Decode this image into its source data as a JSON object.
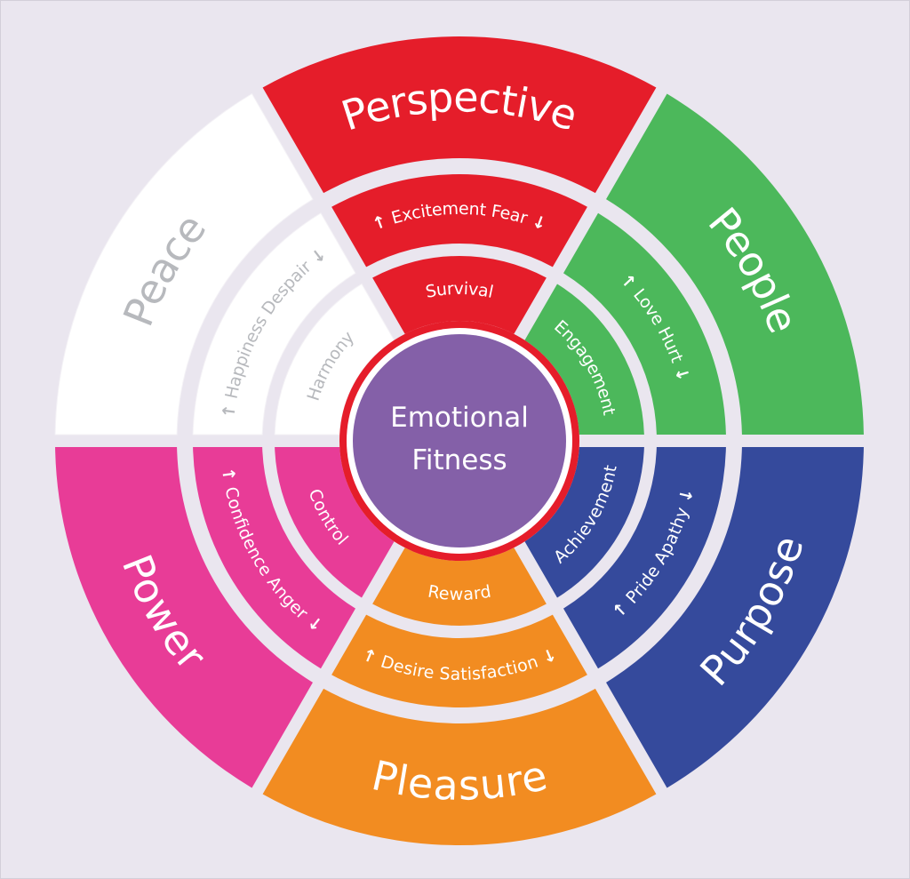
{
  "center": {
    "line1": "Emotional",
    "line2": "Fitness",
    "fill": "#8460a8",
    "ring": "#e51d2a"
  },
  "colors": {
    "background": "#eae6ef",
    "perspective": "#e51d2a",
    "people": "#4cb85b",
    "purpose": "#354a9c",
    "pleasure": "#f28c21",
    "power": "#e83c97",
    "peace": "#ffffff",
    "peace_text": "#b7b9bd"
  },
  "segments": [
    {
      "id": "perspective",
      "outer_label": "Perspective",
      "middle_left": "Excitement",
      "middle_right": "Fear",
      "inner_label": "Survival"
    },
    {
      "id": "people",
      "outer_label": "People",
      "middle_left": "Love",
      "middle_right": "Hurt",
      "inner_label": "Engagement"
    },
    {
      "id": "purpose",
      "outer_label": "Purpose",
      "middle_left": "Pride",
      "middle_right": "Apathy",
      "inner_label": "Achievement"
    },
    {
      "id": "pleasure",
      "outer_label": "Pleasure",
      "middle_left": "Desire",
      "middle_right": "Satisfaction",
      "inner_label": "Reward"
    },
    {
      "id": "power",
      "outer_label": "Power",
      "middle_left": "Confidence",
      "middle_right": "Anger",
      "inner_label": "Control"
    },
    {
      "id": "peace",
      "outer_label": "Peace",
      "middle_left": "Happiness",
      "middle_right": "Despair",
      "inner_label": "Harmony"
    }
  ],
  "arrows": {
    "up": "↑",
    "down": "↓"
  }
}
